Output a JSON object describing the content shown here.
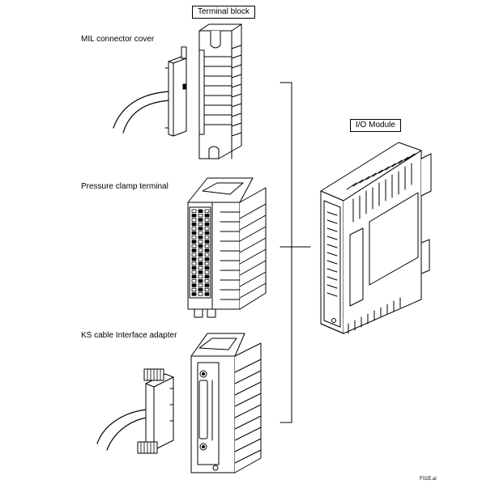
{
  "labels": {
    "terminal_block": "Terminal block",
    "mil_cover": "MIL connector cover",
    "pressure_clamp": "Pressure clamp terminal",
    "ks_adapter": "KS cable Interface adapter",
    "io_module": "I/O Module",
    "figure_id": "F02E.ai"
  }
}
